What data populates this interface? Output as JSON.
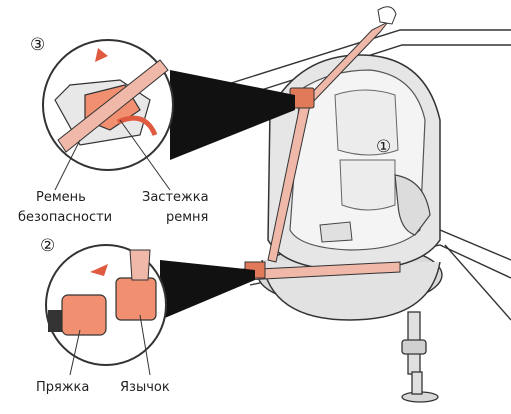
{
  "steps": [
    "③",
    "②",
    "①"
  ],
  "labels": {
    "belt": "Ремень",
    "belt_line2": "безопасности",
    "clip": "Застежка",
    "clip_line2": "ремня",
    "buckle": "Пряжка",
    "tongue": "Язычок"
  },
  "colors": {
    "belt": "#f0b8a8",
    "belt_dark": "#e07a58",
    "buckle": "#f09070",
    "seat": "#e8e8e8",
    "outline": "#333333"
  }
}
